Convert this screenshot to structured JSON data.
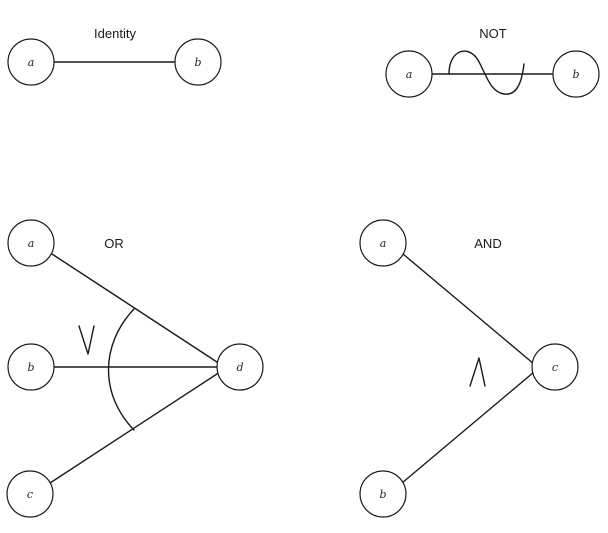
{
  "panels": {
    "identity": {
      "title": "Identity",
      "nodes": [
        "a",
        "b"
      ]
    },
    "not": {
      "title": "NOT",
      "nodes": [
        "a",
        "b"
      ]
    },
    "or": {
      "title": "OR",
      "nodes": [
        "a",
        "b",
        "c",
        "d"
      ],
      "operator_icon": "logical-or-symbol"
    },
    "and": {
      "title": "AND",
      "nodes": [
        "a",
        "b",
        "c"
      ],
      "operator_icon": "logical-and-symbol"
    }
  },
  "colors": {
    "line": "#1a1a1a",
    "background": "#ffffff"
  }
}
